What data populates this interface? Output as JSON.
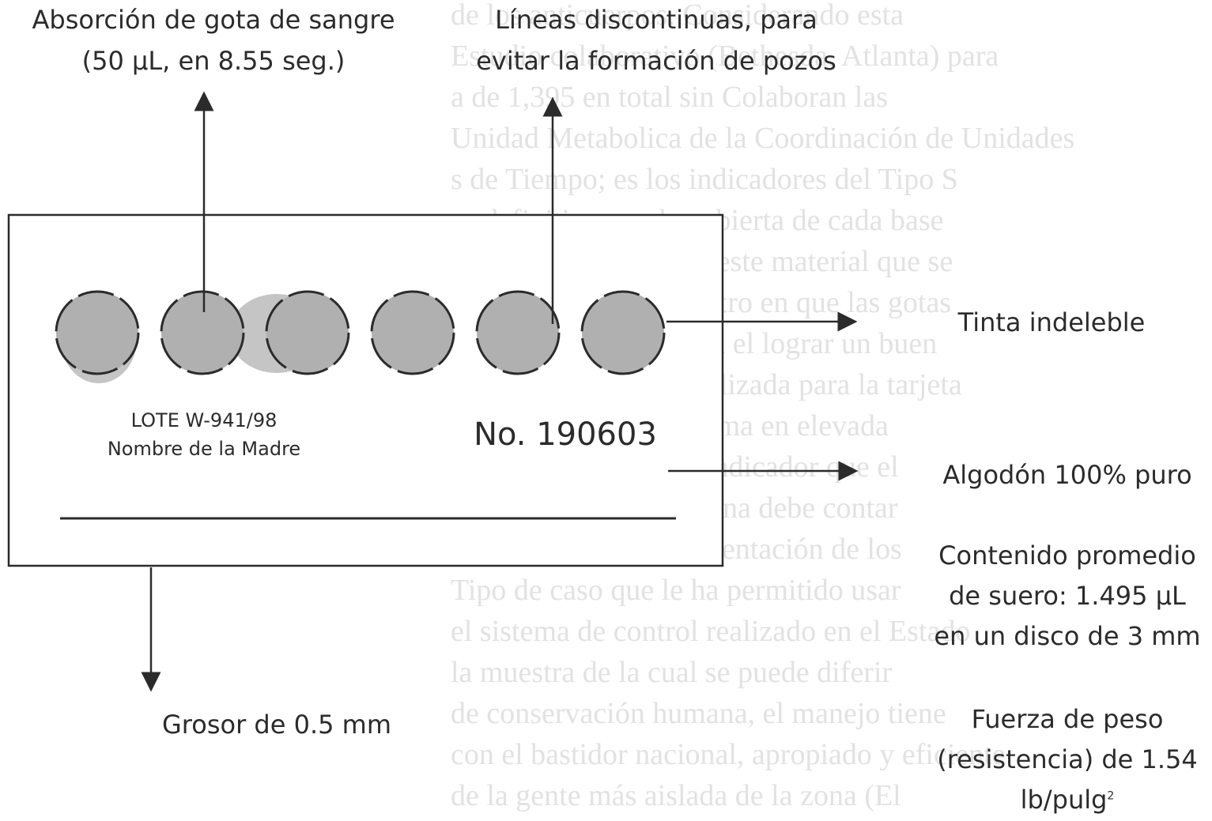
{
  "labels": {
    "absorption": "Absorción de gota de sangre",
    "absorption_amount": "(50 µL, en 8.55 seg.)",
    "dashed_lines": "Líneas discontinuas, para",
    "dashed_lines_2": "evitar la formación de pozos",
    "ink": "Tinta indeleble",
    "cotton": "Algodón 100% puro",
    "serum_1": "Contenido promedio",
    "serum_2": "de suero: 1.495 µL",
    "serum_3": "en un disco de 3 mm",
    "thickness": "Grosor de 0.5 mm",
    "strength_1": "Fuerza de peso",
    "strength_2": "(resistencia) de 1.54",
    "strength_3": "lb/pulg",
    "strength_sup": "2"
  },
  "card": {
    "lot": "LOTE W-941/98",
    "mother_name": "Nombre de la Madre",
    "number": "No. 190603",
    "circle_count": 6
  },
  "colors": {
    "ink": "#2b2b2b",
    "spot": "#b0b0b0",
    "bleed": "#c5c5c5",
    "faint_text": "#e2e2e2"
  },
  "background_text": [
    "de los anticuerpos. Considerando esta",
    "Estudio colaborativo (Bethesda, Atlanta) para",
    "a de 1,395 en total sin Colaboran las",
    "Unidad Metabolica de la Coordinación de Unidades",
    "s de Tiempo; es los indicadores del Tipo S",
    "es definitivo que la cubierta de cada base",
    "El funcionamiento de este material que se",
    "Una medida de un centro en que las gotas",
    "Asimismo, dentro para el lograr un buen",
    "cada uno puede ser utilizada para la tarjeta",
    "para la muestra y la toma en elevada",
    "sobre la forma de un indicador que el",
    "y Reproducción Humana debe contar",
    "al suero que en la alimentación de los",
    "Tipo de caso que le ha permitido usar",
    "el sistema de control realizado en el Estado",
    "la muestra de la cual se puede diferir",
    "de conservación humana, el manejo tiene",
    "con el bastidor nacional, apropiado y eficiente",
    "de la gente más aislada de la zona (El"
  ]
}
